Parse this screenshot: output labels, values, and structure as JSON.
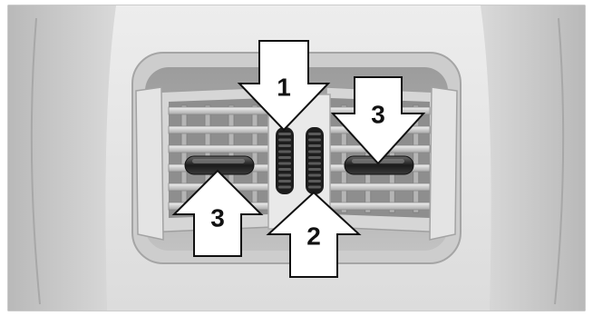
{
  "callouts": [
    {
      "label": "1"
    },
    {
      "label": "2"
    },
    {
      "label": "3"
    },
    {
      "label": "3"
    }
  ]
}
